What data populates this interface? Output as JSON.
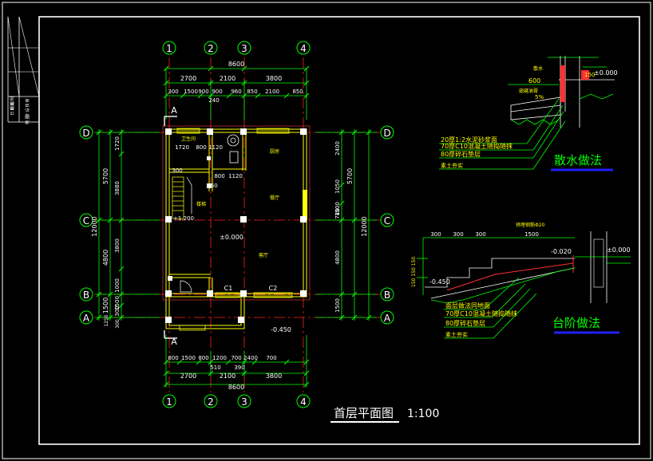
{
  "title_block": {
    "rows": [
      "审",
      "核",
      "设",
      "计",
      "制 图",
      "比 例",
      "日 期"
    ]
  },
  "plan": {
    "title": "首层平面图",
    "scale": "1:100",
    "grid_top": [
      "1",
      "2",
      "3",
      "4"
    ],
    "grid_bottom": [
      "1",
      "2",
      "3",
      "4"
    ],
    "grid_left": [
      "D",
      "C",
      "B",
      "A"
    ],
    "grid_right": [
      "D",
      "C",
      "B",
      "A"
    ],
    "top_dims": {
      "total": "8600",
      "row2": [
        "2700",
        "2100",
        "3800"
      ],
      "row3": [
        "300",
        "1500",
        "900",
        "900",
        "960",
        "850",
        "2100",
        "850"
      ],
      "extra": "240"
    },
    "bottom_dims": {
      "row1": [
        "800",
        "1500",
        "800",
        "1200",
        "700",
        "2400",
        "700"
      ],
      "row1b": [
        "510",
        "390"
      ],
      "row2": [
        "2700",
        "2100",
        "3800"
      ],
      "total": "8600"
    },
    "left_dims": {
      "outer": [
        "5700",
        "4800",
        "1500"
      ],
      "total": "12000",
      "inner": [
        "1720",
        "3880",
        "3800",
        "1000",
        "1500",
        "300",
        "1250",
        "300"
      ]
    },
    "right_dims": {
      "inner": [
        "2400",
        "1050",
        "1500",
        "740",
        "4800",
        "1500"
      ],
      "mid": [
        "5700"
      ],
      "total": "12000"
    },
    "interior": {
      "room_d_left": "卫生间",
      "kitchen": "厨房",
      "dining": "餐厅",
      "living": "客厅",
      "stair": "楼梯",
      "d1720": "1720",
      "d800": "800",
      "d1120": "1120",
      "d800b": "800",
      "d1120b": "1120",
      "d160": "160",
      "d300": "300",
      "lvl_up": "±0.000",
      "lvl_stair": "+1.200",
      "lvl_out": "-0.450",
      "w1": "C1",
      "w2": "C2",
      "sec_a": "A",
      "sec_a2": "A"
    }
  },
  "detail_apron": {
    "title": "散水做法",
    "layers": [
      "20厚1:2水泥砂浆面",
      "70厚C10混凝土随捣随抹",
      "80厚碎石垫层",
      "素土夯实"
    ],
    "dim_600": "600",
    "dim_slope": "5%",
    "dim_150": "150",
    "level": "±0.000",
    "note_top": "散水",
    "note_gap": "嵌缝油膏"
  },
  "detail_steps": {
    "title": "台阶做法",
    "layers": [
      "面层做法同地面",
      "70厚C10混凝土随捣随抹",
      "80厚碎石垫层",
      "素土夯实"
    ],
    "dims_top": [
      "300",
      "300",
      "300",
      "1500"
    ],
    "level_top": "±0.000",
    "level_mid": "-0.020",
    "level_low": "-0.450",
    "side": "150 150 150",
    "note": "预埋钢筋Φ20"
  }
}
